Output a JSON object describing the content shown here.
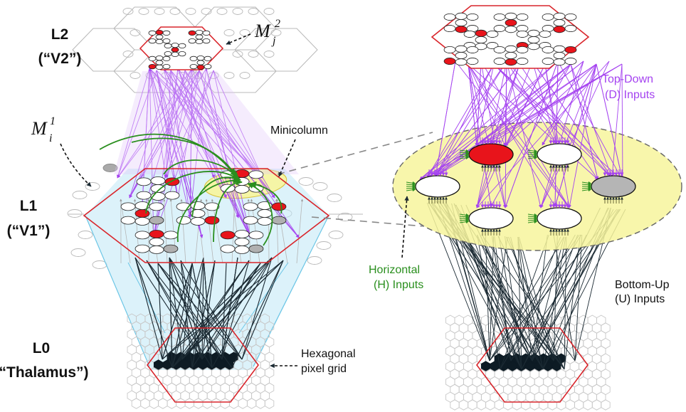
{
  "layers": {
    "l2": {
      "name": "L2",
      "alias": "(“V2”)"
    },
    "l1": {
      "name": "L1",
      "alias": "(“V1”)"
    },
    "l0": {
      "name": "L0",
      "alias": "(“Thalamus”)"
    }
  },
  "macrocolumn_labels": {
    "m2": {
      "symbol": "M",
      "sub": "j",
      "sup": "2"
    },
    "m1": {
      "symbol": "M",
      "sub": "i",
      "sup": "1"
    }
  },
  "annotations": {
    "minicolumn": "Minicolumn",
    "hex_grid_line1": "Hexagonal",
    "hex_grid_line2": "pixel grid",
    "top_down_line1": "Top-Down",
    "top_down_line2": "(D) Inputs",
    "horizontal_line1": "Horizontal",
    "horizontal_line2": "(H) Inputs",
    "bottom_up_line1": "Bottom-Up",
    "bottom_up_line2": "(U) Inputs"
  },
  "colors": {
    "hex_border": "#d9252b",
    "active_cell": "#e8141b",
    "top_down": "#a543f0",
    "horizontal": "#2a8f1e",
    "bottom_up": "#1b2a33",
    "ghost": "#b8b8b8",
    "cone": "#bfe8f5",
    "minicolumn_fill": "#f7f59c",
    "dashed": "#888888"
  }
}
